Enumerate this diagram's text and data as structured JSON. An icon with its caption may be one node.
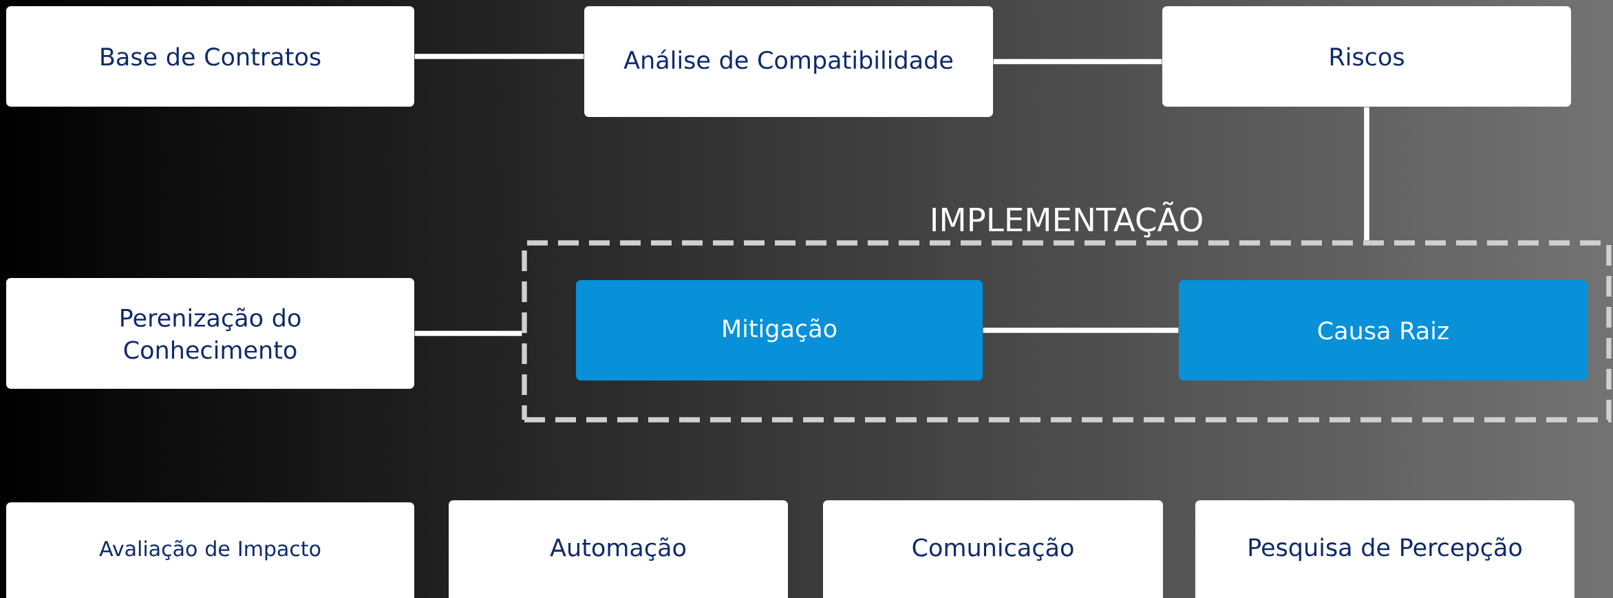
{
  "diagram": {
    "nodes": [
      {
        "text": [
          "Base de Contratos"
        ]
      },
      {
        "text": [
          "Análise de Compatibilidade"
        ]
      },
      {
        "text": [
          "Riscos"
        ]
      },
      {
        "text": [
          "Perenização do Conhecimento"
        ]
      },
      {
        "text": [
          "IMPLEMENTAÇÃO"
        ]
      },
      {
        "text": [
          "Mitigação"
        ],
        "in": 4
      },
      {
        "text": [
          "Causa Raiz"
        ],
        "in": 4
      },
      {
        "text": [
          "Avaliação de Impacto"
        ]
      },
      {
        "text": [
          "Automação"
        ]
      },
      {
        "text": [
          "Comunicação"
        ]
      },
      {
        "text": [
          "Pesquisa de Percepção"
        ]
      }
    ],
    "edges": [
      {
        "from": 0,
        "to": 1,
        "arrow": "none"
      },
      {
        "from": 1,
        "to": 2,
        "arrow": "none"
      },
      {
        "from": 2,
        "to": 4,
        "arrow": "none"
      },
      {
        "from": 3,
        "to": 4,
        "arrow": "none"
      },
      {
        "from": 5,
        "to": 6,
        "arrow": "none"
      }
    ]
  }
}
